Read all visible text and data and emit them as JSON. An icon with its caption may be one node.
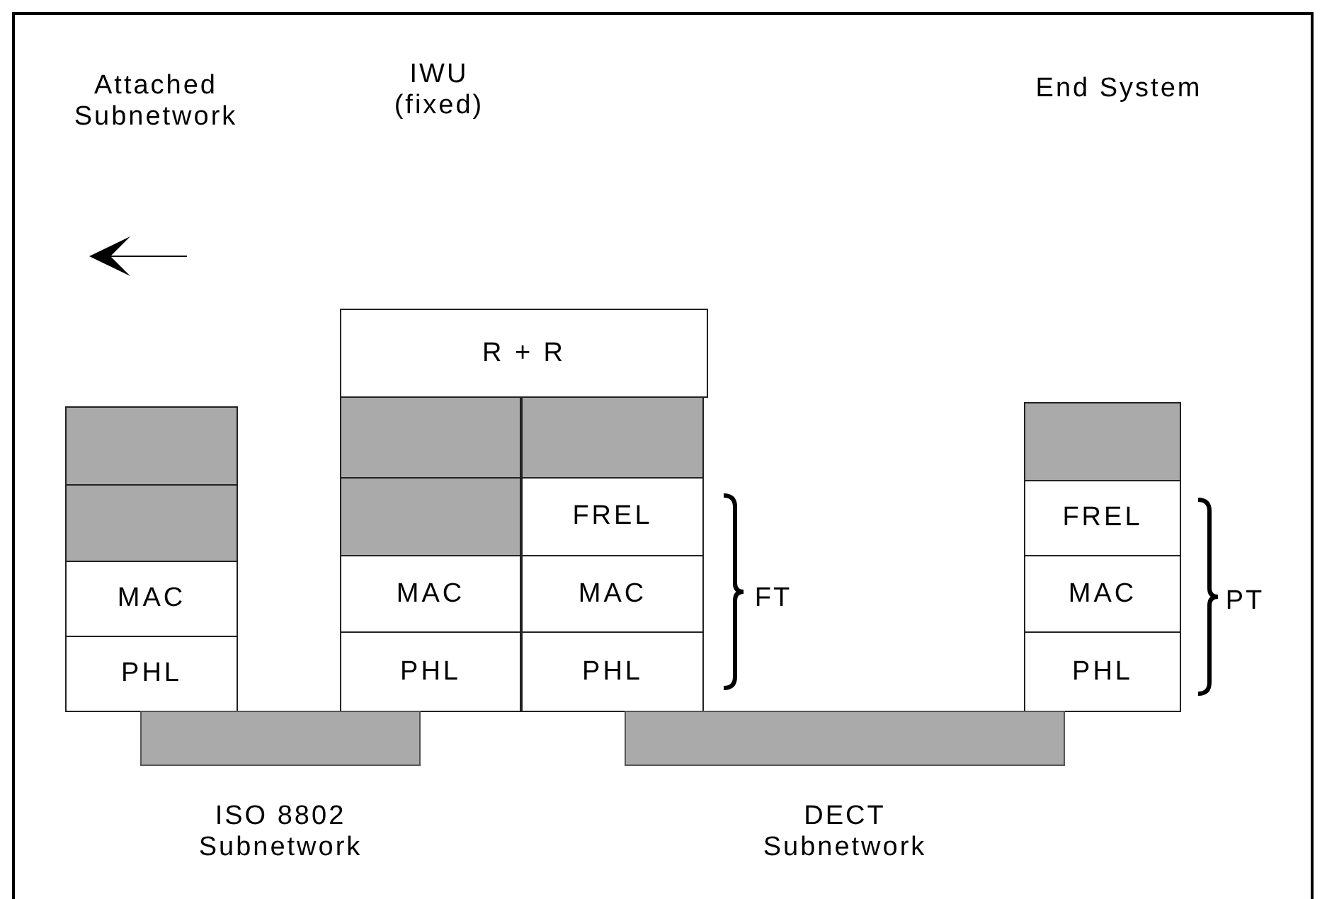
{
  "diagram": {
    "nodes": [
      {
        "text": [
          "R + R"
        ]
      },
      {
        "text": [],
        "shape": "box"
      },
      {
        "text": [],
        "shape": "box"
      },
      {
        "text": [],
        "shape": "box"
      },
      {
        "text": [],
        "shape": "box"
      },
      {
        "text": [],
        "shape": "box"
      },
      {
        "text": [],
        "shape": "box"
      },
      {
        "text": [
          "FREL"
        ]
      },
      {
        "text": [
          "FREL"
        ]
      },
      {
        "text": [
          "MAC"
        ]
      },
      {
        "text": [
          "MAC"
        ]
      },
      {
        "text": [
          "MAC"
        ]
      },
      {
        "text": [
          "MAC"
        ]
      },
      {
        "text": [
          "PHL"
        ]
      },
      {
        "text": [
          "PHL"
        ]
      },
      {
        "text": [
          "PHL"
        ]
      },
      {
        "text": [
          "PHL"
        ]
      },
      {
        "text": [],
        "shape": "bar",
        "beside": [
          "ISO 8802 Subnetwork"
        ]
      },
      {
        "text": [],
        "shape": "bar",
        "beside": [
          "DECT Subnetwork"
        ]
      }
    ],
    "edges": [],
    "labels": [
      "Attached Subnetwork",
      "IWU (fixed)",
      "End System",
      "FT",
      "PT"
    ]
  }
}
